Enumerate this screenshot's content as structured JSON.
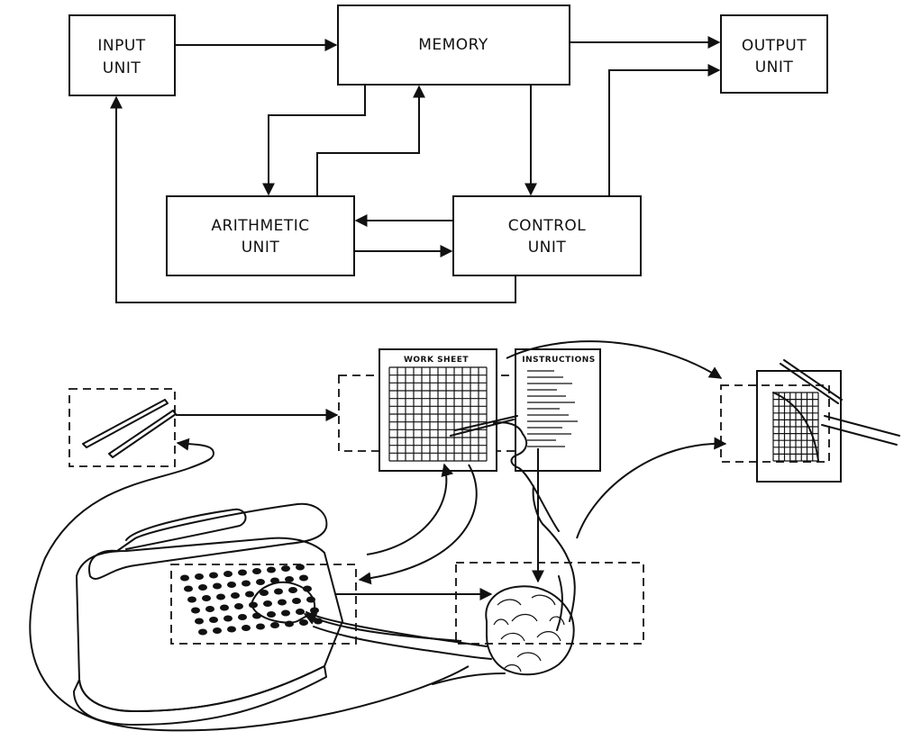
{
  "blocks": {
    "input_unit": [
      "INPUT",
      "UNIT"
    ],
    "memory": [
      "MEMORY"
    ],
    "output_unit": [
      "OUTPUT",
      "UNIT"
    ],
    "arithmetic_unit": [
      "ARITHMETIC",
      "UNIT"
    ],
    "control_unit": [
      "CONTROL",
      "UNIT"
    ]
  },
  "illustration": {
    "work_sheet_label": "WORK SHEET",
    "instructions_label": "INSTRUCTIONS"
  },
  "colors": {
    "ink": "#111111",
    "background": "#ffffff"
  }
}
